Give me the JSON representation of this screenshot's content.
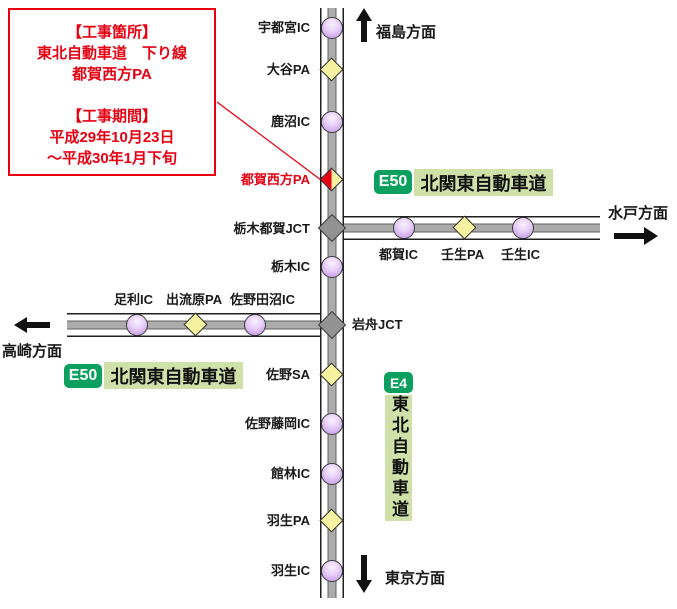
{
  "info_box": {
    "lines": [
      "【工事箇所】",
      "東北自動車道　下り線",
      "都賀西方PA",
      "",
      "【工事期間】",
      "平成29年10月23日",
      "～平成30年1月下旬"
    ]
  },
  "directions": {
    "north": "福島方面",
    "south": "東京方面",
    "east": "水戸方面",
    "west": "高崎方面"
  },
  "badges": {
    "e50_top": {
      "code": "E50",
      "name": "北関東自動車道"
    },
    "e50_left": {
      "code": "E50",
      "name": "北関東自動車道"
    },
    "e4": {
      "code": "E4",
      "name": "東北自動車道"
    }
  },
  "stations": {
    "tohoku": [
      {
        "label": "宇都宮IC",
        "type": "IC"
      },
      {
        "label": "大谷PA",
        "type": "PA"
      },
      {
        "label": "鹿沼IC",
        "type": "IC"
      },
      {
        "label": "都賀西方PA",
        "type": "PA",
        "highlight": true
      },
      {
        "label": "栃木都賀JCT",
        "type": "JCT"
      },
      {
        "label": "栃木IC",
        "type": "IC"
      },
      {
        "label": "岩舟JCT",
        "type": "JCT"
      },
      {
        "label": "佐野SA",
        "type": "SA"
      },
      {
        "label": "佐野藤岡IC",
        "type": "IC"
      },
      {
        "label": "館林IC",
        "type": "IC"
      },
      {
        "label": "羽生PA",
        "type": "PA"
      },
      {
        "label": "羽生IC",
        "type": "IC"
      }
    ],
    "kitakanto_east": [
      {
        "label": "都賀IC",
        "type": "IC"
      },
      {
        "label": "壬生PA",
        "type": "PA"
      },
      {
        "label": "壬生IC",
        "type": "IC"
      }
    ],
    "kitakanto_west": [
      {
        "label": "足利IC",
        "type": "IC"
      },
      {
        "label": "出流原PA",
        "type": "PA"
      },
      {
        "label": "佐野田沼IC",
        "type": "IC"
      }
    ]
  },
  "markers": {
    "ic_marker": "purple-circle",
    "pa_marker": "yellow-diamond",
    "jct_marker": "gray-diamond",
    "construction_marker": "red-yellow-diamond"
  },
  "colors": {
    "highlight_red": "#e60012",
    "badge_green": "#0ba05f",
    "road_name_bg": "#cfe0a9",
    "ic_fill": "#d4aef0",
    "pa_fill": "#f6f1a0",
    "jct_fill": "#929292"
  }
}
